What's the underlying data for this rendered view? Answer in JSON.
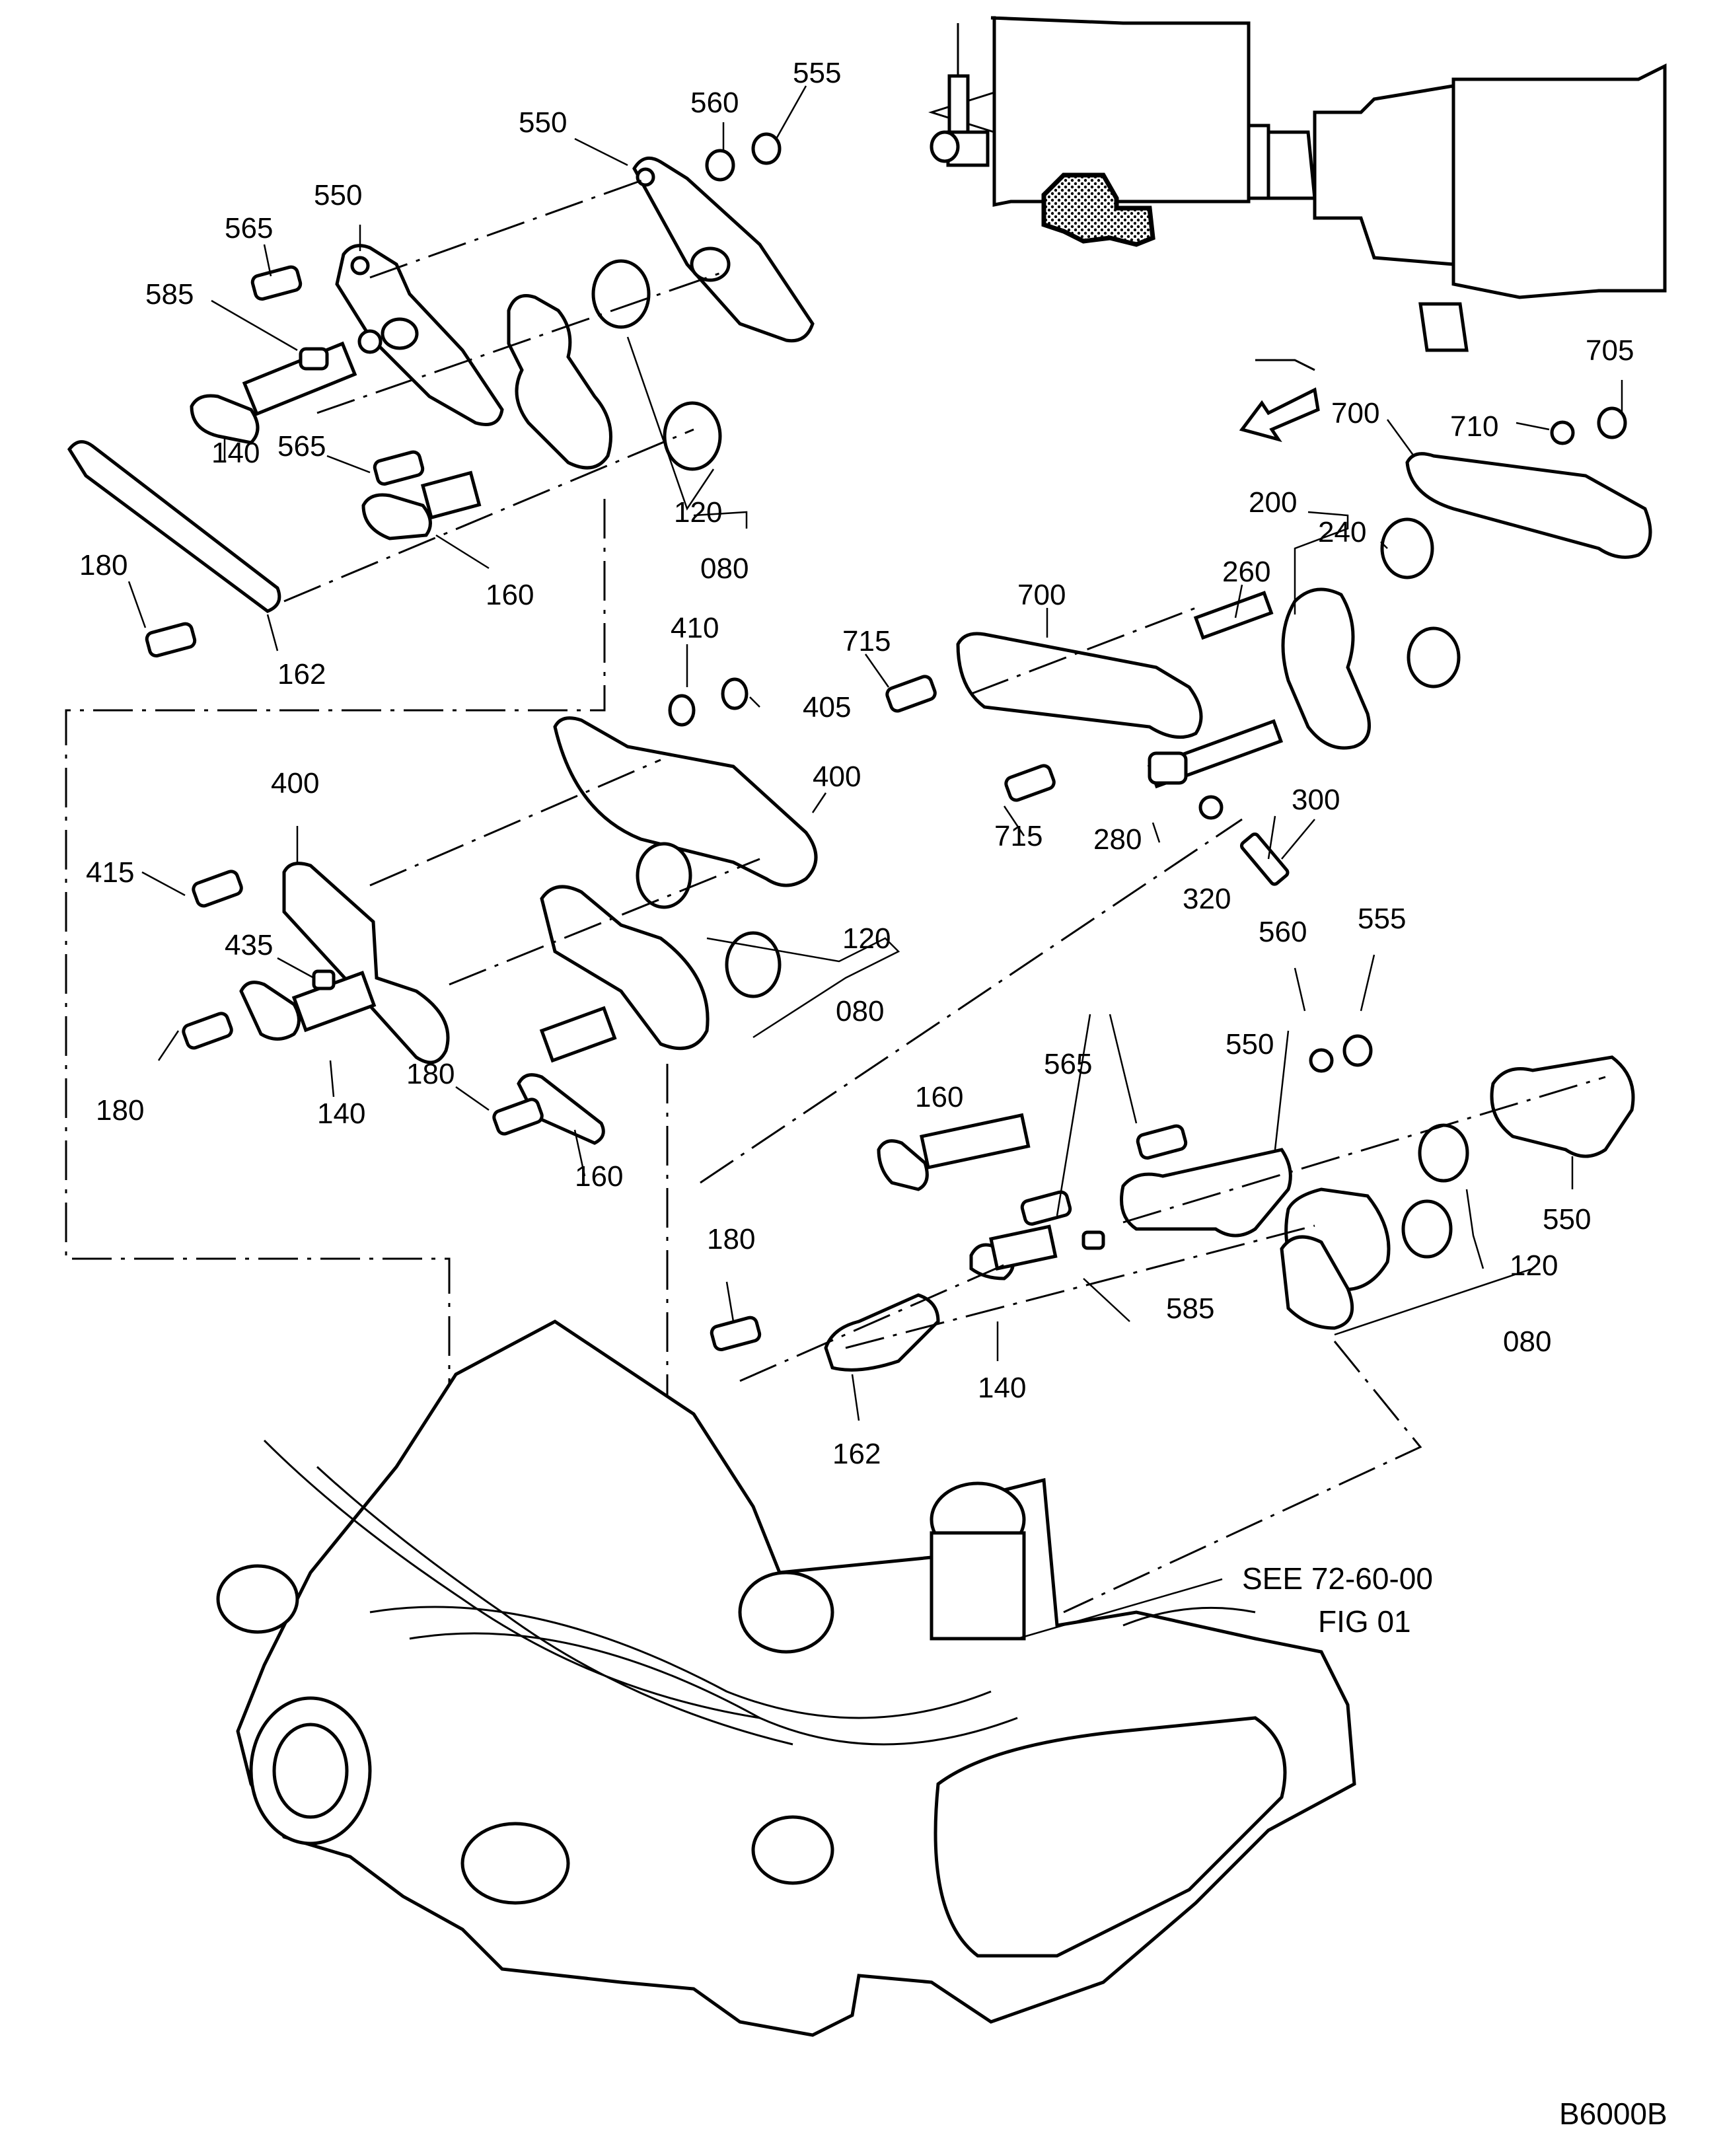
{
  "figure": {
    "id": "B6000B",
    "reference_note": {
      "line1": "SEE 72-60-00",
      "line2": "FIG 01"
    }
  },
  "callouts": [
    {
      "id": "c550a",
      "text": "550"
    },
    {
      "id": "c560a",
      "text": "560"
    },
    {
      "id": "c555a",
      "text": "555"
    },
    {
      "id": "c550b",
      "text": "550"
    },
    {
      "id": "c565a",
      "text": "565"
    },
    {
      "id": "c585a",
      "text": "585"
    },
    {
      "id": "c565b",
      "text": "565"
    },
    {
      "id": "c140a",
      "text": "140"
    },
    {
      "id": "c120a",
      "text": "120"
    },
    {
      "id": "c080a",
      "text": "080"
    },
    {
      "id": "c160a",
      "text": "160"
    },
    {
      "id": "c180a",
      "text": "180"
    },
    {
      "id": "c162a",
      "text": "162"
    },
    {
      "id": "c705",
      "text": "705"
    },
    {
      "id": "c710",
      "text": "710"
    },
    {
      "id": "c700a",
      "text": "700"
    },
    {
      "id": "c200",
      "text": "200"
    },
    {
      "id": "c240",
      "text": "240"
    },
    {
      "id": "c260",
      "text": "260"
    },
    {
      "id": "c700b",
      "text": "700"
    },
    {
      "id": "c715a",
      "text": "715"
    },
    {
      "id": "c715b",
      "text": "715"
    },
    {
      "id": "c280",
      "text": "280"
    },
    {
      "id": "c300",
      "text": "300"
    },
    {
      "id": "c320",
      "text": "320"
    },
    {
      "id": "c410",
      "text": "410"
    },
    {
      "id": "c405",
      "text": "405"
    },
    {
      "id": "c400a",
      "text": "400"
    },
    {
      "id": "c400b",
      "text": "400"
    },
    {
      "id": "c415",
      "text": "415"
    },
    {
      "id": "c435",
      "text": "435"
    },
    {
      "id": "c120b",
      "text": "120"
    },
    {
      "id": "c080b",
      "text": "080"
    },
    {
      "id": "c180b",
      "text": "180"
    },
    {
      "id": "c140b",
      "text": "140"
    },
    {
      "id": "c180c",
      "text": "180"
    },
    {
      "id": "c160b",
      "text": "160"
    },
    {
      "id": "c560b",
      "text": "560"
    },
    {
      "id": "c555b",
      "text": "555"
    },
    {
      "id": "c565c",
      "text": "565"
    },
    {
      "id": "c550c",
      "text": "550"
    },
    {
      "id": "c160c",
      "text": "160"
    },
    {
      "id": "c550d",
      "text": "550"
    },
    {
      "id": "c180d",
      "text": "180"
    },
    {
      "id": "c585b",
      "text": "585"
    },
    {
      "id": "c120c",
      "text": "120"
    },
    {
      "id": "c080c",
      "text": "080"
    },
    {
      "id": "c140c",
      "text": "140"
    },
    {
      "id": "c162b",
      "text": "162"
    }
  ]
}
